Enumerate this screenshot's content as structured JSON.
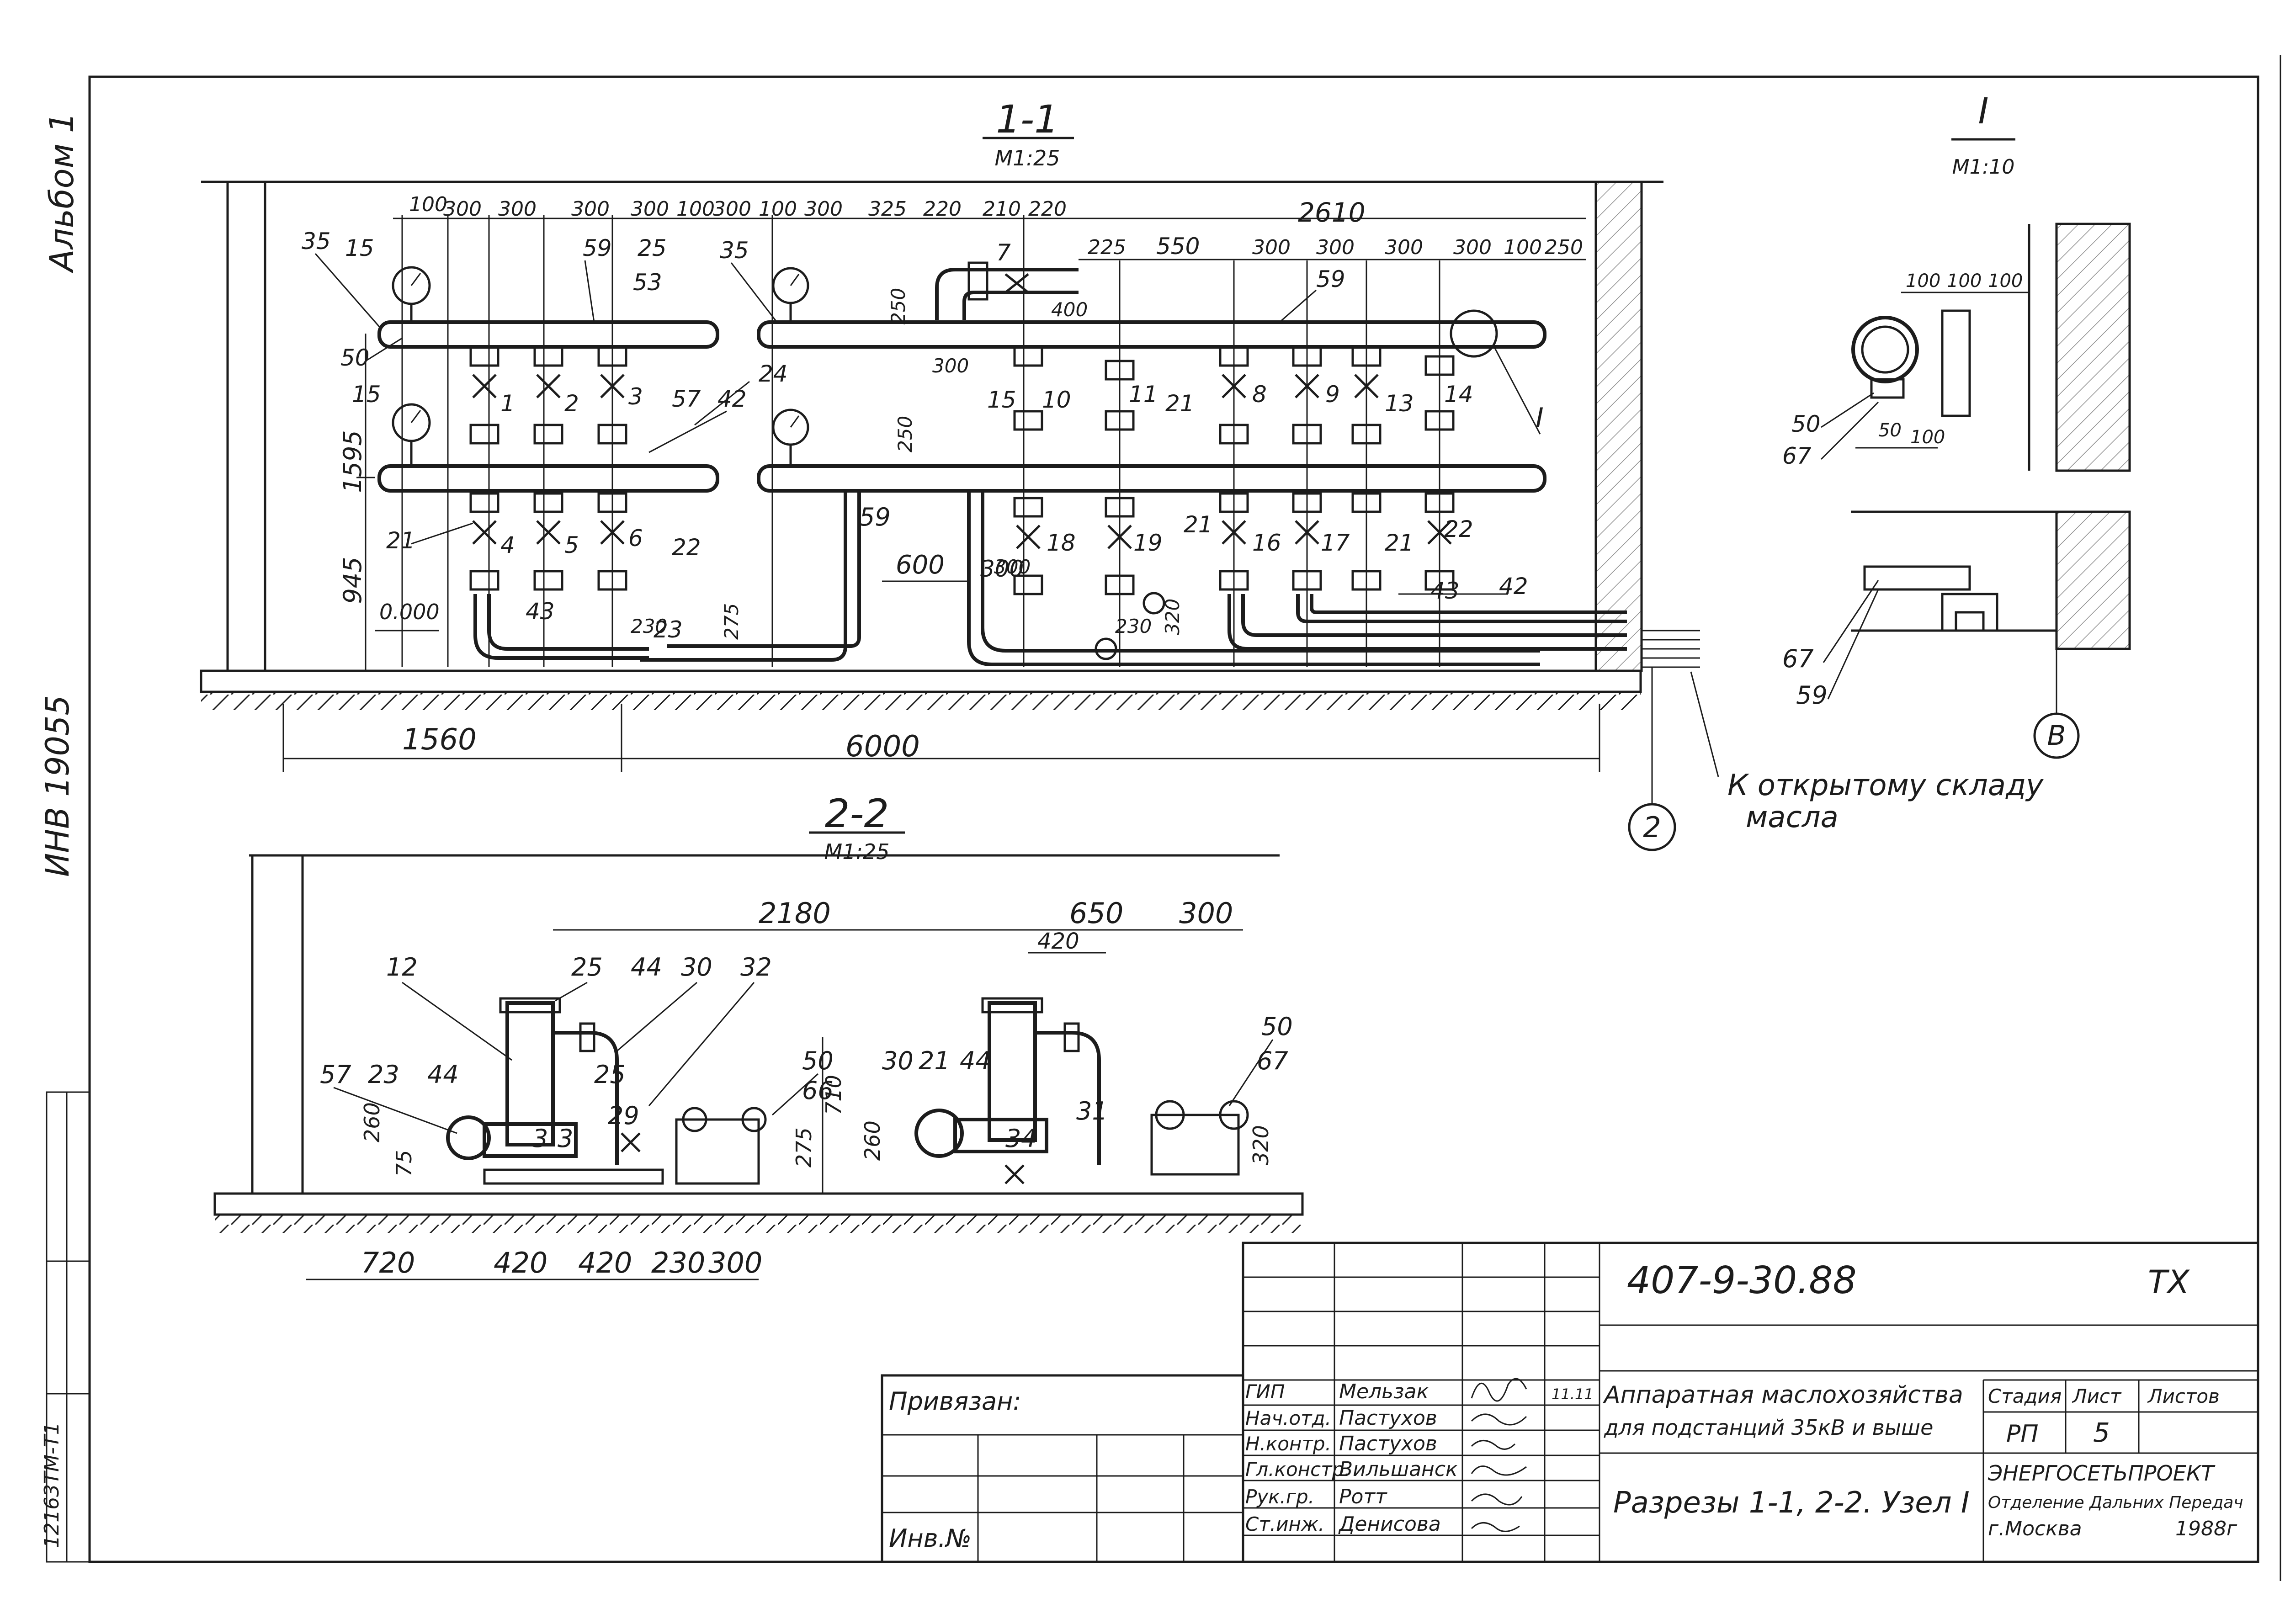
{
  "margin": {
    "album": "Альбом 1",
    "inv_code": "ИНВ 19055",
    "side_code": "12163ТМ-Т1"
  },
  "section_1_1": {
    "title": "1-1",
    "scale": "М1:25",
    "dims_top": [
      "100",
      "300",
      "300",
      "300",
      "300",
      "100",
      "300",
      "100",
      "300",
      "325",
      "220",
      "210",
      "220",
      "2610"
    ],
    "dims_second": [
      "225",
      "550",
      "300",
      "300",
      "300",
      "300",
      "100",
      "250"
    ],
    "dims_misc": [
      "250",
      "400",
      "300",
      "250",
      "600",
      "300",
      "275",
      "230",
      "230",
      "320"
    ],
    "height_dims": [
      "1595",
      "945"
    ],
    "level": "0.000",
    "bottom_dims": [
      "1560",
      "6000"
    ],
    "labels": [
      "35",
      "15",
      "50",
      "15",
      "21",
      "53",
      "59",
      "25",
      "57",
      "42",
      "24",
      "35",
      "7",
      "59",
      "15",
      "10",
      "11",
      "21",
      "8",
      "9",
      "13",
      "14",
      "I",
      "59",
      "18",
      "19",
      "21",
      "16",
      "17",
      "21",
      "22",
      "42",
      "43",
      "1",
      "2",
      "3",
      "4",
      "5",
      "6",
      "22",
      "43",
      "23",
      "300"
    ],
    "axis": "2",
    "note_line1": "К открытому складу",
    "note_line2": "масла"
  },
  "section_2_2": {
    "title": "2-2",
    "scale": "М1:25",
    "dims_top": [
      "2180",
      "650",
      "300",
      "420"
    ],
    "labels": [
      "12",
      "25",
      "44",
      "30",
      "32",
      "57",
      "23",
      "44",
      "25",
      "29",
      "3",
      "3",
      "50",
      "66",
      "30",
      "21",
      "44",
      "31",
      "34",
      "50",
      "67"
    ],
    "height_dims": [
      "260",
      "75",
      "275",
      "710",
      "260",
      "320"
    ],
    "bottom_dims": [
      "720",
      "420",
      "420",
      "230",
      "300"
    ]
  },
  "node_I": {
    "title": "I",
    "scale": "М1:10",
    "dims": [
      "100",
      "100",
      "100",
      "50",
      "100"
    ],
    "labels": [
      "50",
      "67",
      "67",
      "59"
    ],
    "axis": "В"
  },
  "stamp": {
    "doc_code": "407-9-30.88",
    "mark": "ТХ",
    "bound_label": "Привязан:",
    "inv_label": "Инв.№",
    "roles": [
      "ГИП",
      "Нач.отд.",
      "Н.контр.",
      "Гл.констр.",
      "Рук.гр.",
      "Ст.инж."
    ],
    "names": [
      "Мельзак",
      "Пастухов",
      "Пастухов",
      "Вильшанск",
      "Ротт",
      "Денисова"
    ],
    "date": "11.11",
    "project_title_l1": "Аппаратная маслохозяйства",
    "project_title_l2": "для подстанций 35кВ и выше",
    "sheet_title": "Разрезы 1-1, 2-2. Узел I",
    "stage_head": "Стадия",
    "sheet_head": "Лист",
    "sheets_head": "Листов",
    "stage": "РП",
    "sheet": "5",
    "org_l1": "ЭНЕРГОСЕТЬПРОЕКТ",
    "org_l2": "Отделение Дальних Передач",
    "org_l3": "г.Москва",
    "year": "1988г"
  }
}
